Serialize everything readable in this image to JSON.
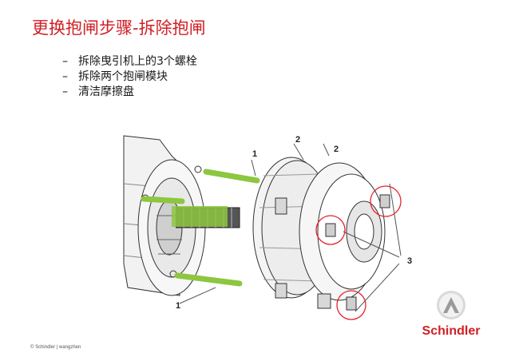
{
  "slide": {
    "title": "更换抱闸步骤-拆除抱闸",
    "bullets": [
      "拆除曳引机上的3个螺栓",
      "拆除两个抱闸模块",
      "清洁摩擦盘"
    ],
    "bullet_marker": "–"
  },
  "figure": {
    "callouts": [
      "1",
      "2",
      "2",
      "1",
      "3"
    ],
    "highlight_color": "#8dc63f",
    "circle_color": "#e4242b"
  },
  "brand": {
    "logo_text": "Schindler",
    "color": "#d11f24"
  },
  "footer": {
    "text": "© Schindler | wangzhen"
  }
}
